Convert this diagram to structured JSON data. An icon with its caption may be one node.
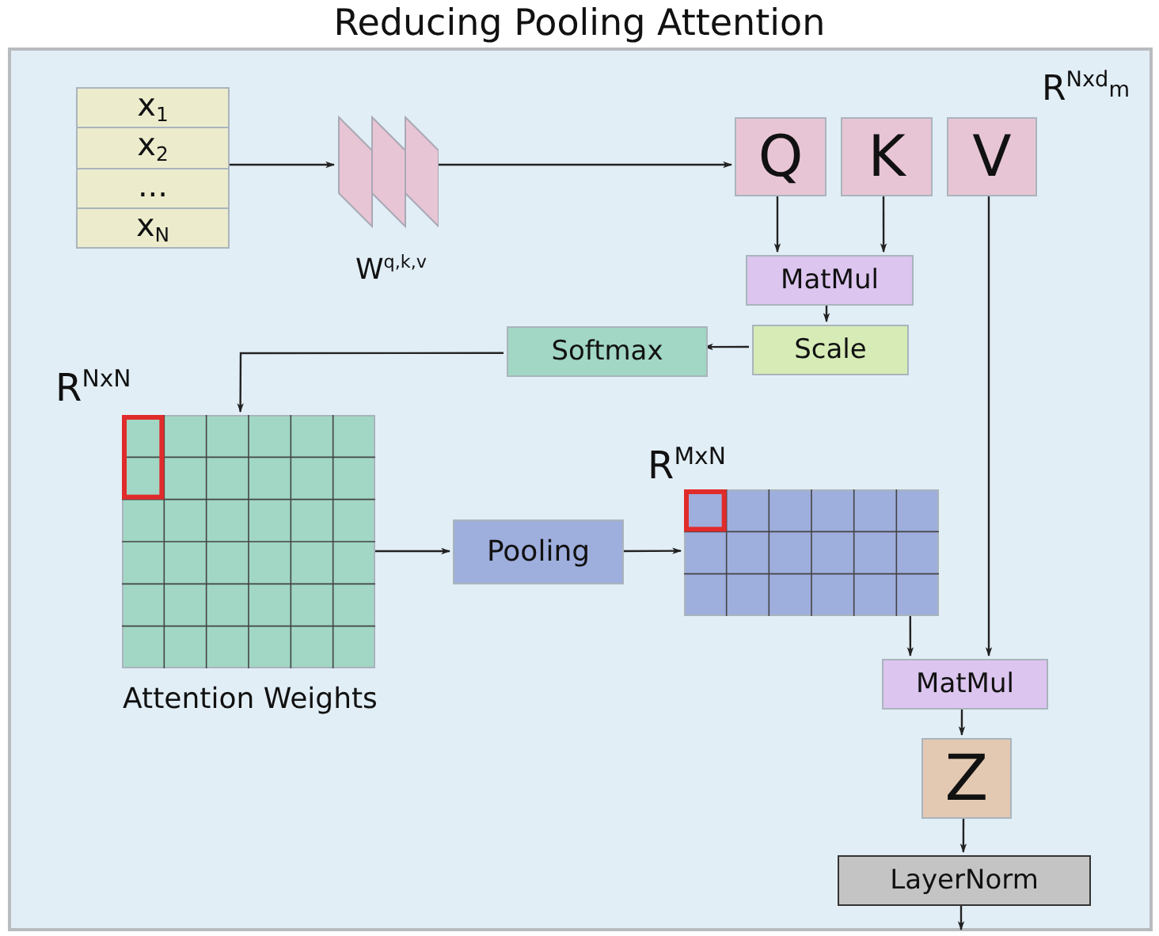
{
  "diagram": {
    "title": "Reducing Pooling Attention",
    "nodes": [
      {
        "text": [],
        "shape": "box"
      },
      {
        "text": [
          "x$_{1}$",
          "x$_{2}$",
          "...",
          "x$_{N}$"
        ],
        "in": 0
      },
      {
        "text": [],
        "shape": "parallelogram",
        "beside": [
          "W$^{q,k,v}$"
        ],
        "in": 0
      },
      {
        "text": [
          "Q"
        ],
        "in": 0
      },
      {
        "text": [
          "K"
        ],
        "in": 0
      },
      {
        "text": [
          "V"
        ],
        "in": 0
      },
      {
        "text": [
          "MatMul"
        ],
        "in": 0
      },
      {
        "text": [
          "Scale"
        ],
        "in": 0
      },
      {
        "text": [
          "Softmax"
        ],
        "in": 0
      },
      {
        "text": [
          "R$^{NxN}$"
        ],
        "beside": [
          "Attention Weights"
        ],
        "in": 0
      },
      {
        "text": [
          "Pooling"
        ],
        "in": 0
      },
      {
        "text": [
          "R$^{MxN}$"
        ],
        "in": 0
      },
      {
        "text": [
          "MatMul"
        ],
        "in": 0
      },
      {
        "text": [
          "Z"
        ],
        "in": 0
      },
      {
        "text": [
          "LayerNorm"
        ],
        "in": 0
      }
    ],
    "edges": [
      {
        "from": 1,
        "to": 2,
        "arrow": "to"
      },
      {
        "from": 2,
        "to": 3,
        "arrow": "to"
      },
      {
        "from": 3,
        "to": 6,
        "arrow": "to"
      },
      {
        "from": 4,
        "to": 6,
        "arrow": "to"
      },
      {
        "from": 6,
        "to": 7,
        "arrow": "to"
      },
      {
        "from": 7,
        "to": 8,
        "arrow": "to"
      },
      {
        "from": 8,
        "to": 9,
        "arrow": "to"
      },
      {
        "from": 9,
        "to": 10,
        "arrow": "to"
      },
      {
        "from": 10,
        "to": 11,
        "arrow": "to"
      },
      {
        "from": 11,
        "to": 12,
        "arrow": "to"
      },
      {
        "from": 5,
        "to": 12,
        "arrow": "to"
      },
      {
        "from": 12,
        "to": 13,
        "arrow": "to"
      },
      {
        "from": 13,
        "to": 14,
        "arrow": "to"
      },
      {
        "from": 14,
        "to": null,
        "arrow": "to"
      }
    ],
    "labels": [
      "R$^{Nxd}$$_{m}$"
    ]
  }
}
